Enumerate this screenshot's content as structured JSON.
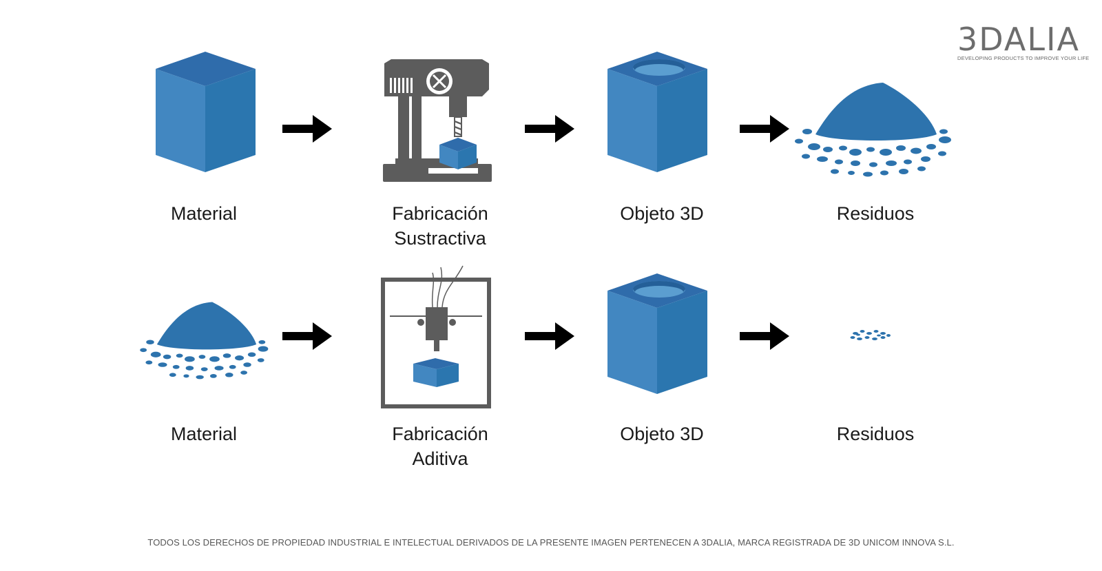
{
  "logo": {
    "name": "3DALIA",
    "tagline": "DEVELOPING PRODUCTS TO IMPROVE YOUR LIFE"
  },
  "rows": [
    {
      "stages": [
        {
          "label": "Material",
          "icon": "cube-icon"
        },
        {
          "label_line1": "Fabricación",
          "label_line2": "Sustractiva",
          "icon": "milling-machine-icon"
        },
        {
          "label": "Objeto 3D",
          "icon": "hollow-cube-icon"
        },
        {
          "label": "Residuos",
          "icon": "material-pile-icon"
        }
      ]
    },
    {
      "stages": [
        {
          "label": "Material",
          "icon": "material-pile-icon"
        },
        {
          "label_line1": "Fabricación",
          "label_line2": "Aditiva",
          "icon": "3d-printer-icon"
        },
        {
          "label": "Objeto 3D",
          "icon": "hollow-cube-icon"
        },
        {
          "label": "Residuos",
          "icon": "small-residue-icon"
        }
      ]
    }
  ],
  "footer": "TODOS LOS DERECHOS DE PROPIEDAD INDUSTRIAL E INTELECTUAL DERIVADOS DE LA PRESENTE IMAGEN PERTENECEN A 3DALIA, MARCA REGISTRADA DE 3D UNICOM INNOVA S.L.",
  "colors": {
    "blue_top": "#2f6fae",
    "blue_left": "#3f86c0",
    "blue_right": "#2a74ad",
    "machine_gray": "#5c5c5c",
    "arrow": "#000000"
  }
}
